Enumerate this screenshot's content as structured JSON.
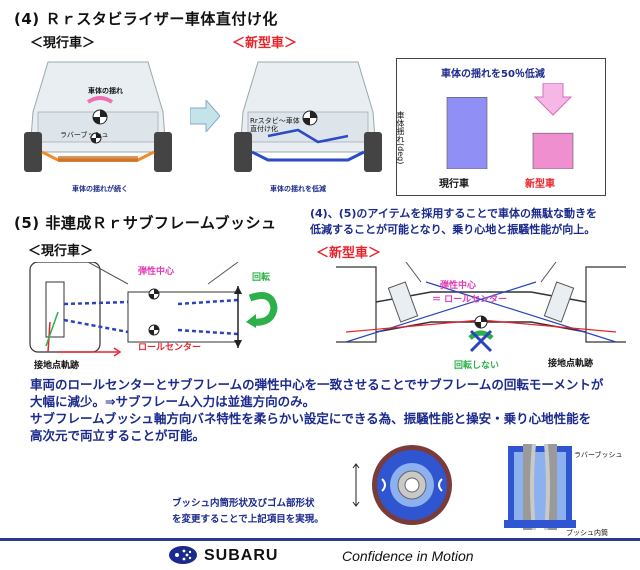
{
  "section4": {
    "title": "(4) Ｒｒスタビライザー車体直付け化",
    "current_label": "＜現行車＞",
    "new_label": "＜新型車＞",
    "current_car": {
      "sway_label": "車体の揺れ",
      "bush_label": "ラバーブッシュ",
      "caption": "車体の揺れが続く"
    },
    "new_car": {
      "stab_label_1": "Rrスタビ～車体",
      "stab_label_2": "直付け化",
      "caption": "車体の揺れを低減"
    }
  },
  "chart_data": {
    "type": "bar",
    "title": "車体の揺れを50％低減",
    "ylabel": "車体揺れ(deg)",
    "categories": [
      "現行車",
      "新型車"
    ],
    "values": [
      100,
      50
    ],
    "colors": [
      "#8f8ff5",
      "#f08fd0"
    ],
    "ylim": [
      0,
      120
    ],
    "grid": false
  },
  "section5": {
    "title": "(5) 非連成Ｒｒサブフレームブッシュ",
    "summary_line1": "(4)、(5)のアイテムを採用することで車体の無駄な動きを",
    "summary_line2": "低減することが可能となり、乗り心地と振騒性能が向上。",
    "current_label": "＜現行車＞",
    "new_label": "＜新型車＞",
    "current_diagram": {
      "elastic_center": "弾性中心",
      "rotation": "回転",
      "roll_center": "ロールセンター",
      "contact_trace": "接地点軌跡"
    },
    "new_diagram": {
      "elastic_center": "弾性中心",
      "equals_roll_center": "＝ ロールセンター",
      "no_rotation": "回転しない",
      "contact_trace": "接地点軌跡"
    }
  },
  "body": {
    "line1": "車両のロールセンターとサブフレームの弾性中心を一致させることでサブフレームの回転モーメントが",
    "line2": "大幅に減少。⇒サブフレーム入力は並進方向のみ。",
    "line3": "サブフレームブッシュ軸方向バネ特性を柔らかい設定にできる為、振騒性能と操安・乗り心地性能を",
    "line4": "高次元で両立することが可能。"
  },
  "bushing": {
    "caption_line1": "ブッシュ内筒形状及びゴム部形状",
    "caption_line2": "を変更することで上記項目を実現。",
    "rubber_label": "ラバーブッシュ",
    "inner_label": "ブッシュ内筒"
  },
  "footer": {
    "brand": "SUBARU",
    "tagline": "Confidence in Motion"
  }
}
